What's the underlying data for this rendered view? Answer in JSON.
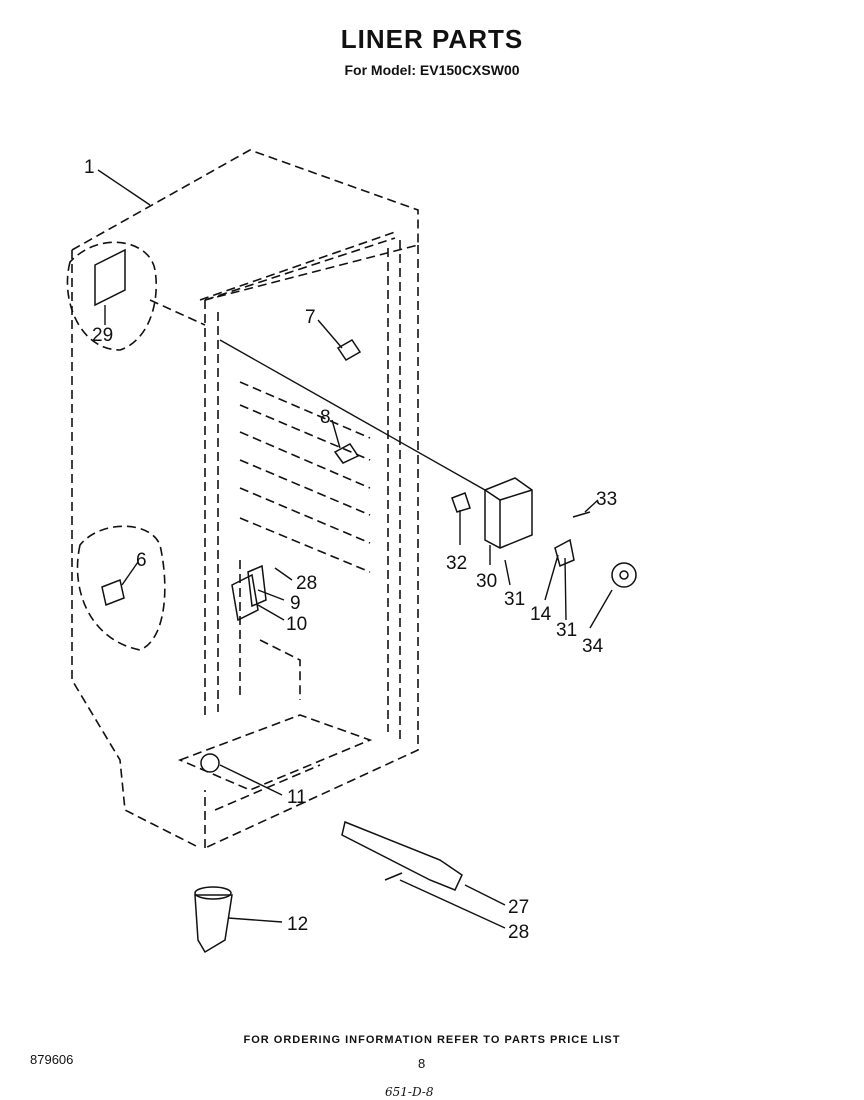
{
  "header": {
    "title": "LINER PARTS",
    "subtitle": "For Model: EV150CXSW00"
  },
  "callouts": [
    {
      "id": "1",
      "text": "1"
    },
    {
      "id": "29",
      "text": "29"
    },
    {
      "id": "7",
      "text": "7"
    },
    {
      "id": "8",
      "text": "8"
    },
    {
      "id": "6",
      "text": "6"
    },
    {
      "id": "28a",
      "text": "28"
    },
    {
      "id": "9",
      "text": "9"
    },
    {
      "id": "10",
      "text": "10"
    },
    {
      "id": "33",
      "text": "33"
    },
    {
      "id": "32",
      "text": "32"
    },
    {
      "id": "30",
      "text": "30"
    },
    {
      "id": "31a",
      "text": "31"
    },
    {
      "id": "14",
      "text": "14"
    },
    {
      "id": "31b",
      "text": "31"
    },
    {
      "id": "34",
      "text": "34"
    },
    {
      "id": "11",
      "text": "11"
    },
    {
      "id": "12",
      "text": "12"
    },
    {
      "id": "27",
      "text": "27"
    },
    {
      "id": "28b",
      "text": "28"
    }
  ],
  "footer": {
    "ordering_note": "FOR ORDERING INFORMATION REFER TO PARTS PRICE LIST",
    "doc_number": "879606",
    "page_number": "8",
    "handwritten": "651-D-8"
  }
}
